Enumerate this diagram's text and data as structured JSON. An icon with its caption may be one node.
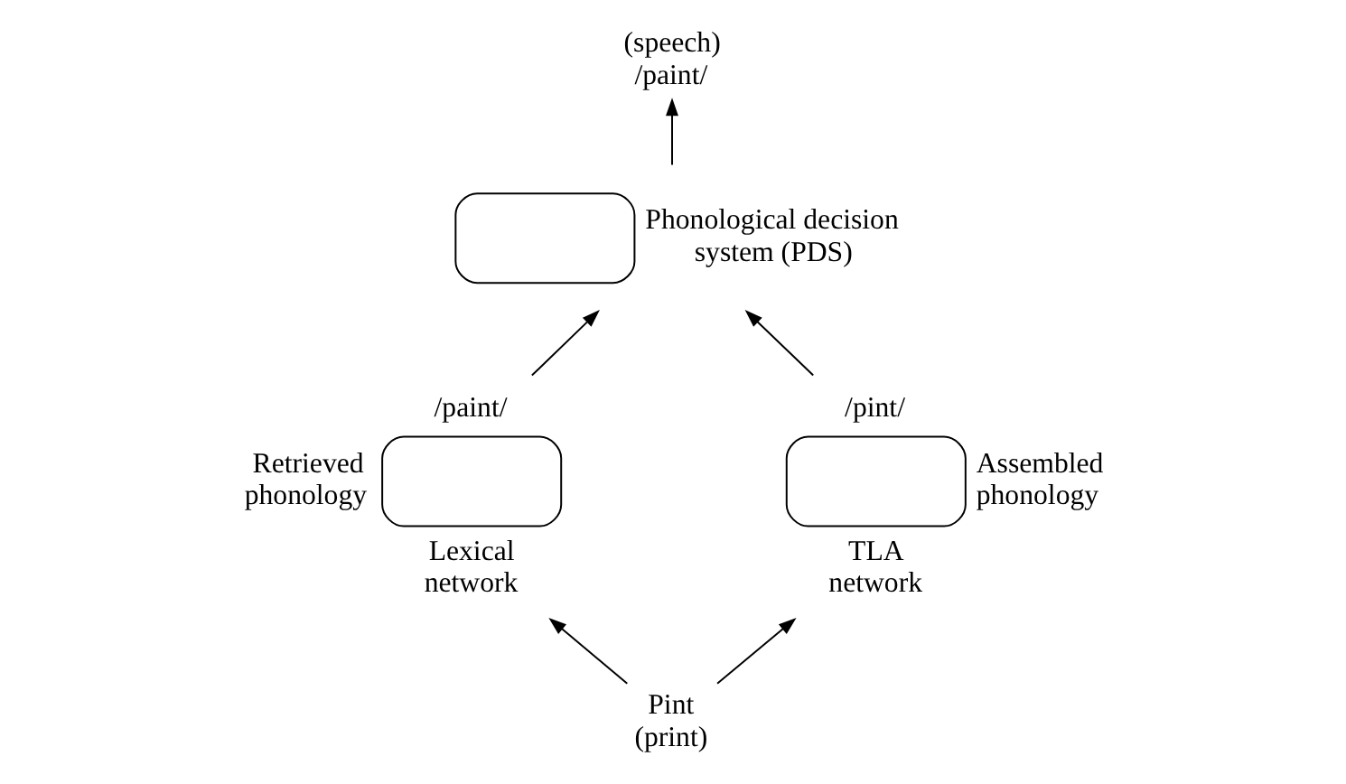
{
  "diagram": {
    "nodes": [
      {
        "text": [
          "(speech) /paint/"
        ]
      },
      {
        "text": [],
        "shape": "box",
        "beside": [
          "Phonological decision system (PDS)"
        ]
      },
      {
        "text": [],
        "shape": "box",
        "beside": [
          "/paint/",
          "Retrieved phonology",
          "Lexical network"
        ]
      },
      {
        "text": [],
        "shape": "box",
        "beside": [
          "/pint/",
          "Assembled phonology",
          "TLA network"
        ]
      },
      {
        "text": [
          "Pint (print)"
        ]
      }
    ],
    "edges": [
      {
        "from": 1,
        "to": 0,
        "arrow": "to"
      },
      {
        "from": 2,
        "to": 1,
        "arrow": "to"
      },
      {
        "from": 3,
        "to": 1,
        "arrow": "to"
      },
      {
        "from": 4,
        "to": 2,
        "arrow": "to"
      },
      {
        "from": 4,
        "to": 3,
        "arrow": "to"
      }
    ]
  }
}
